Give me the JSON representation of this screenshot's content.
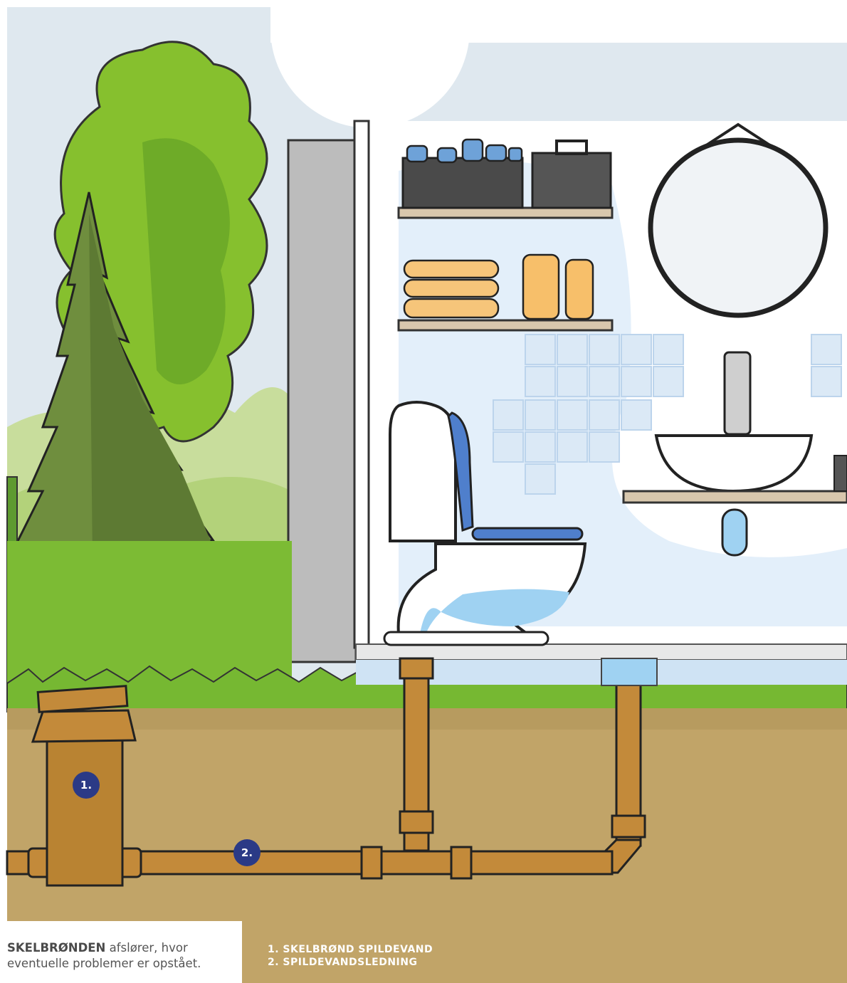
{
  "markers": [
    {
      "number": "1."
    },
    {
      "number": "2."
    }
  ],
  "caption": {
    "bold": "SKELBRØNDEN",
    "rest": " afslører, hvor eventuelle problemer er opstået."
  },
  "legend": [
    {
      "text": "1. SKELBRØND SPILDEVAND"
    },
    {
      "text": "2. SPILDEVANDSLEDNING"
    }
  ],
  "colors": {
    "marker": "#2b3a86",
    "soil": "#c1a468",
    "pipe": "#c38a3a",
    "grass": "#76b832",
    "water": "#9fd2f2"
  }
}
